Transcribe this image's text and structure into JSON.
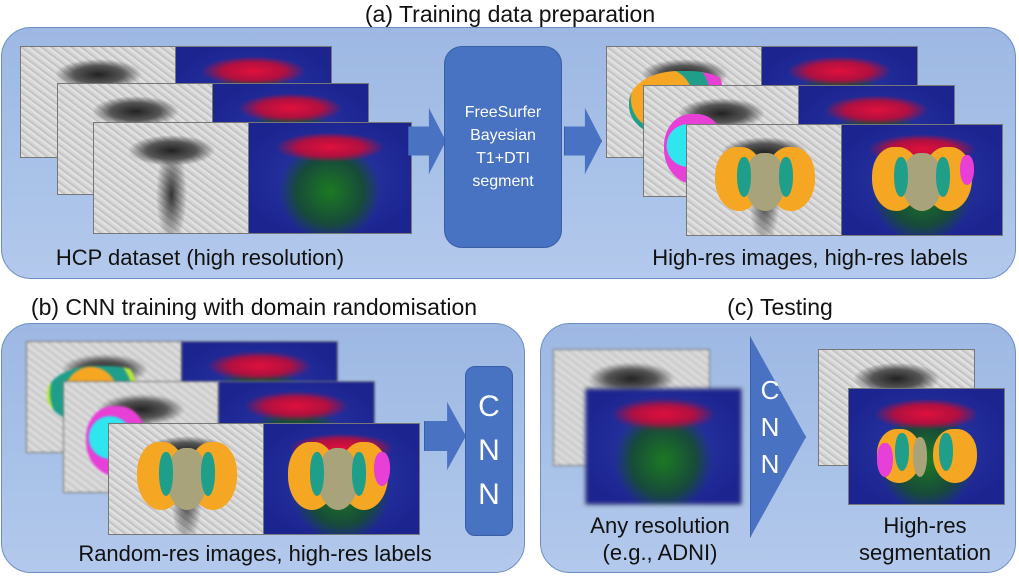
{
  "panel_a": {
    "title": "(a) Training data preparation",
    "left_caption": "HCP dataset (high resolution)",
    "process_box": [
      "FreeSurfer",
      "Bayesian",
      "T1+DTI",
      "segment"
    ],
    "right_caption": "High-res images, high-res labels"
  },
  "panel_b": {
    "title": "(b) CNN training with domain randomisation",
    "caption": "Random-res images, high-res labels",
    "cnn_letters": [
      "C",
      "N",
      "N"
    ]
  },
  "panel_c": {
    "title": "(c) Testing",
    "left_caption": [
      "Any resolution",
      "(e.g., ADNI)"
    ],
    "arrow_letters": [
      "C",
      "N",
      "N"
    ],
    "right_caption": [
      "High-res",
      "segmentation"
    ]
  },
  "colors": {
    "panel_fill": "#a9c2e8",
    "accent_blue": "#4872c2",
    "label_orange": "#f5a623",
    "label_teal": "#1f9e8a",
    "label_khaki": "#a8a37a",
    "label_magenta": "#e83fd6",
    "label_cyan": "#2fe6ee",
    "label_lime": "#b7e63a"
  }
}
